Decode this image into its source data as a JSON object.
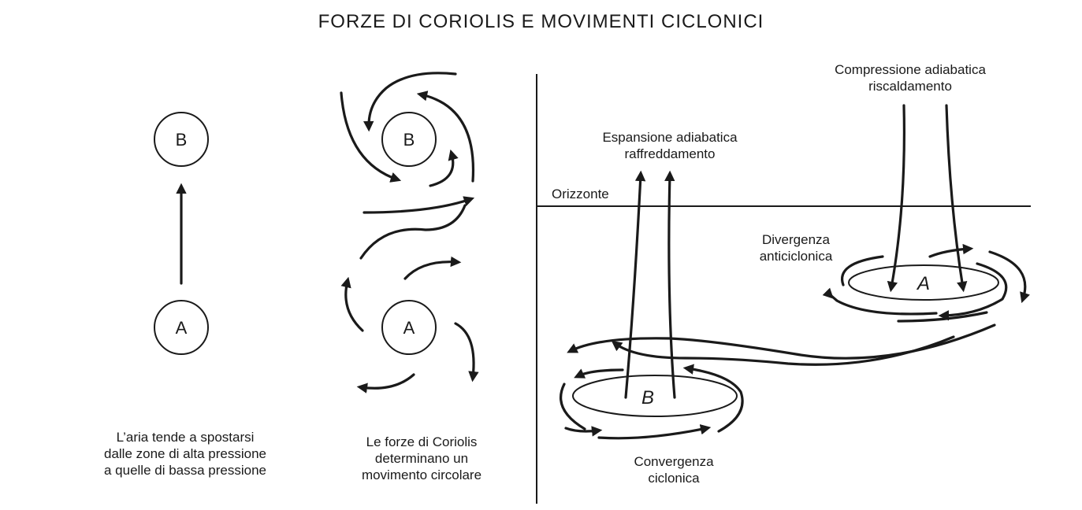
{
  "title": "FORZE DI CORIOLIS E MOVIMENTI CICLONICI",
  "nodes": {
    "low": "B",
    "high": "A"
  },
  "captions": {
    "panel1": [
      "L’aria tende a spostarsi",
      "dalle zone di alta pressione",
      "a quelle di bassa pressione"
    ],
    "panel2": [
      "Le forze di Coriolis",
      "determinano un",
      "movimento circolare"
    ]
  },
  "panel3": {
    "expansion": [
      "Espansione adiabatica",
      "raffreddamento"
    ],
    "compression": [
      "Compressione adiabatica",
      "riscaldamento"
    ],
    "horizon": "Orizzonte",
    "divergence": [
      "Divergenza",
      "anticiclonica"
    ],
    "convergence": [
      "Convergenza",
      "ciclonica"
    ]
  }
}
